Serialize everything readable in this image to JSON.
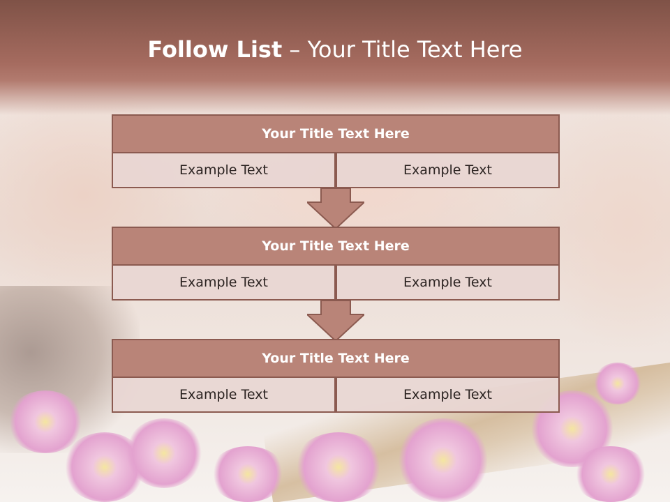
{
  "title": {
    "bold": "Follow List",
    "rest": "– Your Title Text Here"
  },
  "blocks": [
    {
      "header": "Your Title Text Here",
      "left": "Example Text",
      "right": "Example Text"
    },
    {
      "header": "Your Title Text Here",
      "left": "Example Text",
      "right": "Example Text"
    },
    {
      "header": "Your Title Text Here",
      "left": "Example Text",
      "right": "Example Text"
    }
  ],
  "colors": {
    "band": "#a56b5f",
    "header": "#b98478",
    "border": "#8b5a50",
    "cell": "#e8d6d2",
    "arrow": "#b98478"
  }
}
